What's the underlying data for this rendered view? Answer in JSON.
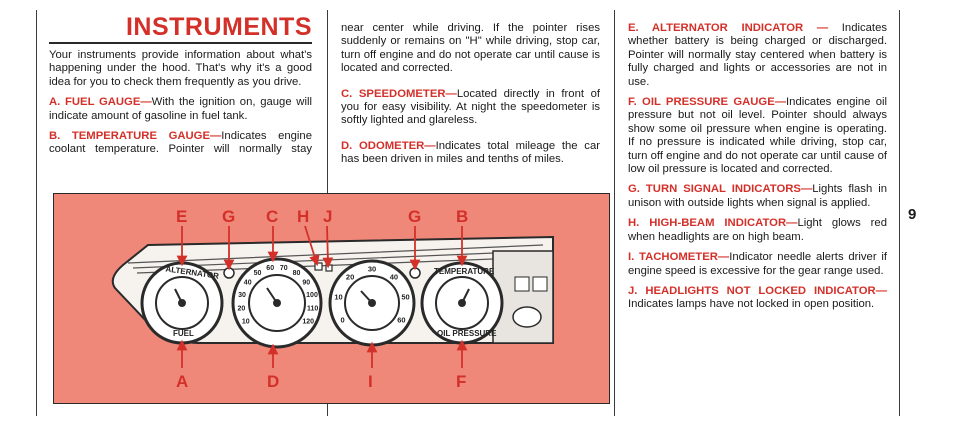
{
  "page": {
    "title": "INSTRUMENTS",
    "intro": "Your instruments provide information about what's happening under the hood. That's why it's a good idea for you to check them frequently as you drive.",
    "page_number": "9"
  },
  "sections": [
    {
      "term": "A. FUEL GAUGE—",
      "text": "With the ignition on, gauge will indicate amount of gasoline in fuel tank."
    },
    {
      "term": "B. TEMPERATURE GAUGE—",
      "text": "Indicates engine coolant temperature. Pointer will normally stay near center while driving. If the pointer rises suddenly or remains on \"H\" while driving, stop car, turn off engine and do not operate car until cause is located and corrected."
    },
    {
      "term": "C. SPEEDOMETER—",
      "text": "Located directly in front of you for easy visibility. At night the speedometer is softly lighted and glareless."
    },
    {
      "term": "D. ODOMETER—",
      "text": "Indicates total mileage the car has been driven in miles and tenths of miles."
    },
    {
      "term": "E. ALTERNATOR INDICATOR — ",
      "text": "Indicates whether battery is being charged or discharged. Pointer will normally stay centered when battery is fully charged and lights or accessories are not in use."
    },
    {
      "term": "F. OIL PRESSURE GAUGE—",
      "text": "Indicates engine oil pressure but not oil level. Pointer should always show some oil pressure when engine is operating. If no pressure is indicated while driving, stop car, turn off engine and do not operate car until cause of low oil pressure is located and corrected."
    },
    {
      "term": "G. TURN SIGNAL INDICATORS—",
      "text": "Lights flash in unison with outside lights when signal is applied."
    },
    {
      "term": "H. HIGH-BEAM INDICATOR—",
      "text": "Light glows red when headlights are on high beam."
    },
    {
      "term": "I. TACHOMETER—",
      "text": "Indicator needle alerts driver if engine speed is excessive for the gear range used."
    },
    {
      "term": "J. HEADLIGHTS NOT LOCKED INDICATOR—",
      "text": "Indicates lamps have not locked in open position."
    }
  ],
  "figure": {
    "callouts_top": [
      "E",
      "G",
      "C",
      "H",
      "J",
      "G",
      "B"
    ],
    "callouts_bottom": [
      "A",
      "D",
      "I",
      "F"
    ],
    "gauge_labels": {
      "alternator": "ALTERNATOR",
      "fuel": "FUEL",
      "temperature": "TEMPERATURE",
      "oil_pressure": "OIL PRESSURE"
    },
    "speedometer_scale": [
      "10",
      "20",
      "30",
      "40",
      "50",
      "60",
      "70",
      "80",
      "90",
      "100",
      "110",
      "120"
    ],
    "tachometer_scale": [
      "0",
      "10",
      "20",
      "30",
      "40",
      "50",
      "60"
    ],
    "colors": {
      "panel": "#ef8878",
      "accent": "#d4302a",
      "frame": "#2a2a2a"
    }
  }
}
